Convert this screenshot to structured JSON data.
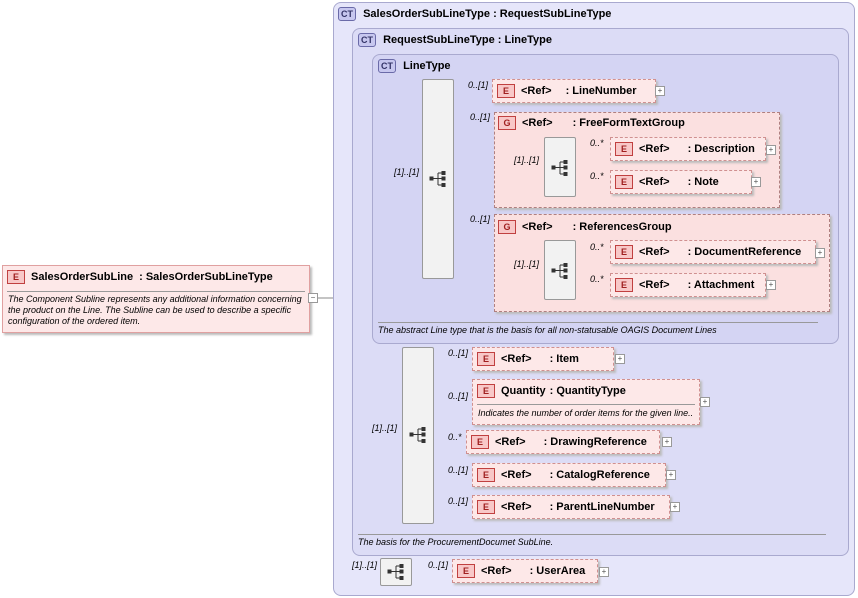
{
  "root": {
    "badge": "E",
    "name": "SalesOrderSubLine",
    "sep": ":",
    "type": "SalesOrderSubLineType",
    "description": "The Component Subline represents any additional information concerning the product on the Line.  The Subline can be used to describe a specific configuration of the ordered item."
  },
  "ct_outer": {
    "badge": "CT",
    "title": "SalesOrderSubLineType : RequestSubLineType"
  },
  "ct_mid": {
    "badge": "CT",
    "title": "RequestSubLineType : LineType",
    "note": "The basis for the ProcurementDocumet SubLine."
  },
  "ct_inner": {
    "badge": "CT",
    "title": "LineType",
    "note": "The abstract Line type that is the basis for all non-statusable OAGIS Document Lines"
  },
  "cards": {
    "seq_inner": "[1]..[1]",
    "seq_mid": "[1]..[1]",
    "seq_outer": "[1]..[1]",
    "line_number": "0..[1]",
    "free_form": "0..[1]",
    "free_seq": "[1]..[1]",
    "description": "0..*",
    "note": "0..*",
    "references": "0..[1]",
    "ref_seq": "[1]..[1]",
    "document_reference": "0..*",
    "attachment": "0..*",
    "item": "0..[1]",
    "quantity": "0..[1]",
    "drawing_reference": "0..*",
    "catalog_reference": "0..[1]",
    "parent_line_number": "0..[1]",
    "user_area": "0..[1]"
  },
  "elements": {
    "line_number": {
      "badge": "E",
      "ref": "<Ref>",
      "name": ": LineNumber"
    },
    "free_form": {
      "badge": "G",
      "ref": "<Ref>",
      "name": ": FreeFormTextGroup"
    },
    "description": {
      "badge": "E",
      "ref": "<Ref>",
      "name": ": Description"
    },
    "note": {
      "badge": "E",
      "ref": "<Ref>",
      "name": ": Note"
    },
    "references": {
      "badge": "G",
      "ref": "<Ref>",
      "name": ": ReferencesGroup"
    },
    "document_reference": {
      "badge": "E",
      "ref": "<Ref>",
      "name": ": DocumentReference"
    },
    "attachment": {
      "badge": "E",
      "ref": "<Ref>",
      "name": ": Attachment"
    },
    "item": {
      "badge": "E",
      "ref": "<Ref>",
      "name": ": Item"
    },
    "quantity": {
      "badge": "E",
      "ref": "Quantity",
      "name": ": QuantityType",
      "description": "Indicates the number of order items for the given line.."
    },
    "drawing_reference": {
      "badge": "E",
      "ref": "<Ref>",
      "name": ": DrawingReference"
    },
    "catalog_reference": {
      "badge": "E",
      "ref": "<Ref>",
      "name": ": CatalogReference"
    },
    "parent_line_number": {
      "badge": "E",
      "ref": "<Ref>",
      "name": ": ParentLineNumber"
    },
    "user_area": {
      "badge": "E",
      "ref": "<Ref>",
      "name": ": UserArea"
    }
  },
  "icons": {
    "expand": "+",
    "collapse": "−",
    "sequence": "sequence-compositor-icon"
  },
  "colors": {
    "complex_type_bg": "#e6e6fa",
    "element_bg": "#fde8e8",
    "element_border": "#e0a0a0",
    "badge_text": "#a02020"
  }
}
